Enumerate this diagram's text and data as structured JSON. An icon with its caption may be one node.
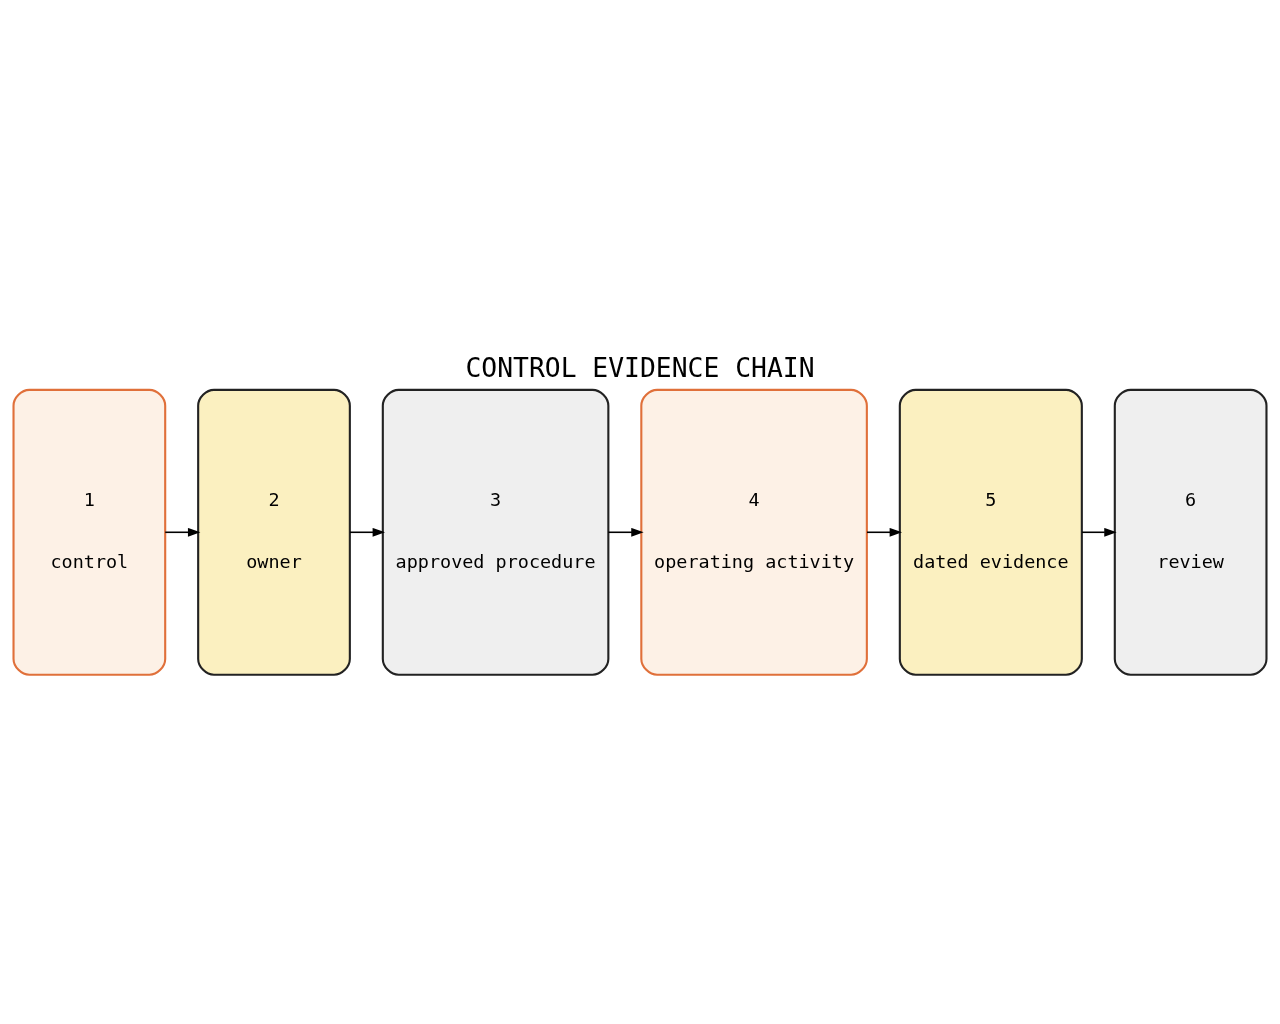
{
  "diagram": {
    "title": "CONTROL EVIDENCE CHAIN",
    "nodes": [
      {
        "text": [
          "1",
          "control"
        ]
      },
      {
        "text": [
          "2",
          "owner"
        ]
      },
      {
        "text": [
          "3",
          "approved procedure"
        ]
      },
      {
        "text": [
          "4",
          "operating activity"
        ]
      },
      {
        "text": [
          "5",
          "dated evidence"
        ]
      },
      {
        "text": [
          "6",
          "review"
        ]
      }
    ],
    "edges": [
      {
        "from": 0,
        "to": 1,
        "arrow": "to"
      },
      {
        "from": 1,
        "to": 2,
        "arrow": "to"
      },
      {
        "from": 2,
        "to": 3,
        "arrow": "to"
      },
      {
        "from": 3,
        "to": 4,
        "arrow": "to"
      },
      {
        "from": 4,
        "to": 5,
        "arrow": "to"
      }
    ]
  }
}
